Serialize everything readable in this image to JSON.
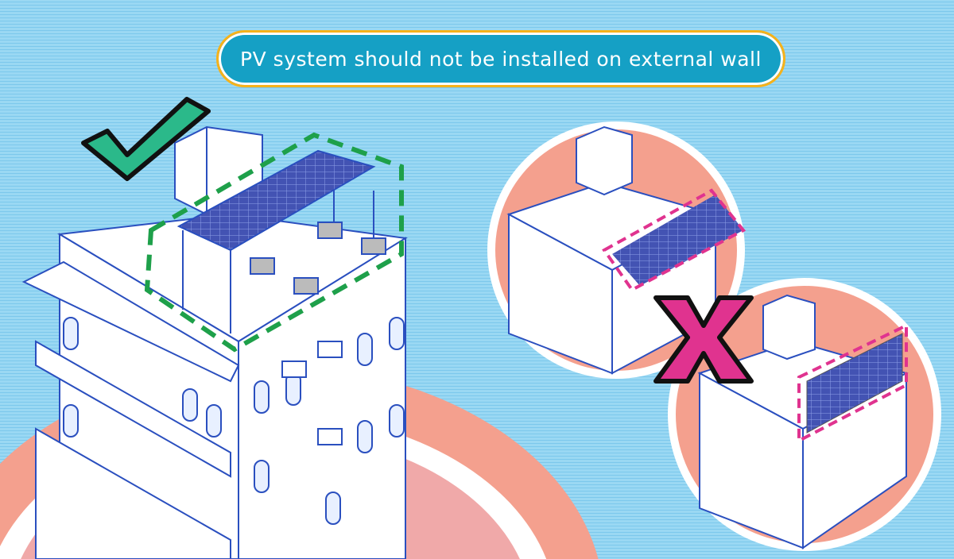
{
  "banner": {
    "title": "PV system should not be installed on external wall"
  },
  "marks": {
    "correct": "check-mark",
    "wrong": "x-mark"
  },
  "colors": {
    "sky": "#8fd3f0",
    "banner": "#15a0c5",
    "banner_border": "#f5b21b",
    "circle": "#f4a08e",
    "outline": "#2a4fbf",
    "check": "#2bb98a",
    "cross": "#e0338f",
    "dash_ok": "#1ea04a",
    "dash_bad": "#e0338f"
  }
}
